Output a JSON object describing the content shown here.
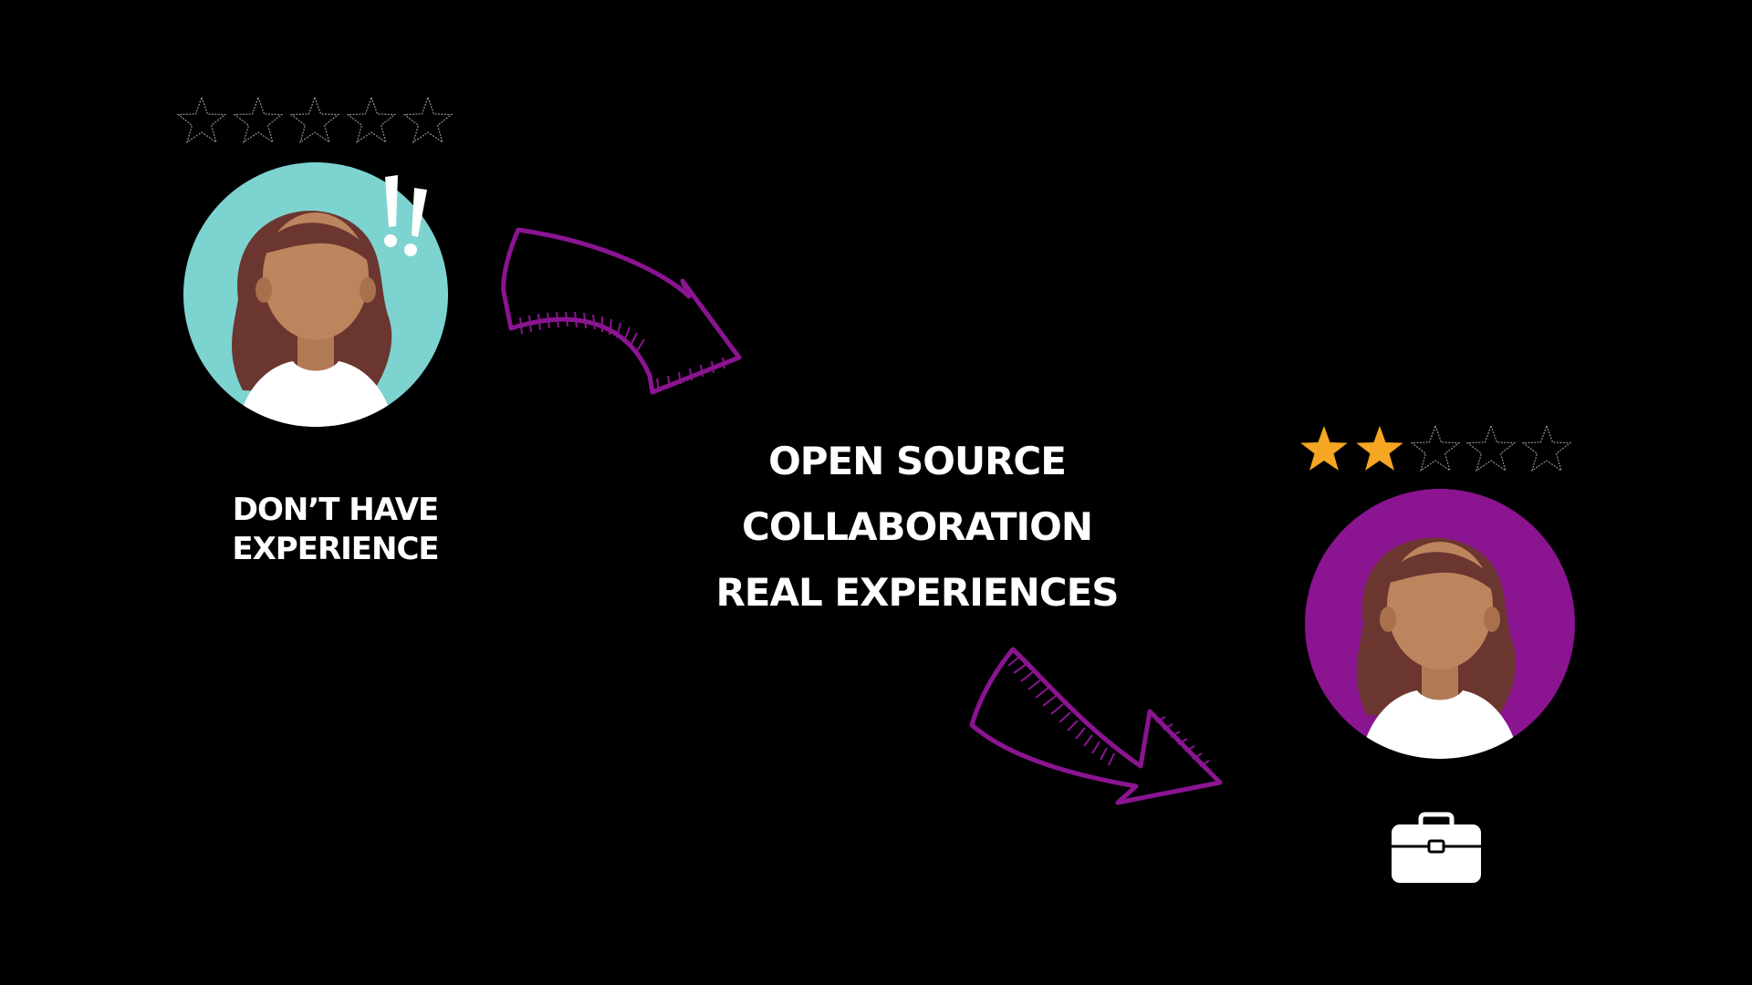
{
  "left_person": {
    "caption_line1": "DON’T HAVE",
    "caption_line2": "EXPERIENCE",
    "rating": 0,
    "rating_max": 5,
    "circle_color": "#7DD3CF",
    "alert_icon": "double-exclamation-icon"
  },
  "center": {
    "line1": "OPEN SOURCE",
    "line2": "COLLABORATION",
    "line3": "REAL EXPERIENCES"
  },
  "right_person": {
    "rating": 2,
    "rating_max": 5,
    "circle_color": "#8B1491",
    "badge_icon": "briefcase-icon"
  },
  "colors": {
    "background": "#000000",
    "arrow": "#8B1491",
    "star_filled": "#F5A623",
    "text": "#FFFFFF"
  }
}
